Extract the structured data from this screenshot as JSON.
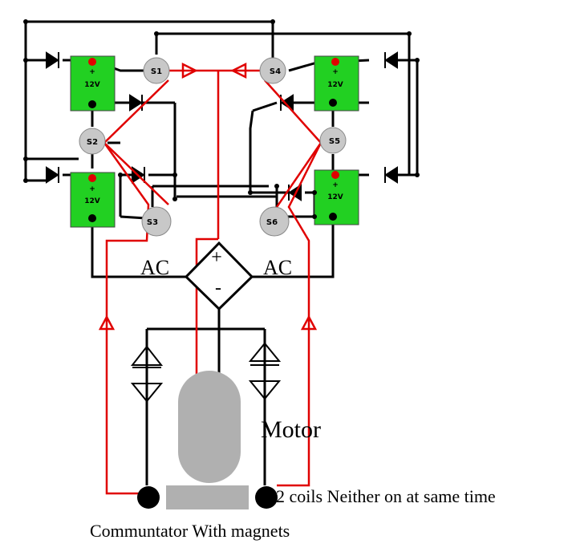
{
  "switches": [
    {
      "id": "s1",
      "label": "S1"
    },
    {
      "id": "s2",
      "label": "S2"
    },
    {
      "id": "s3",
      "label": "S3"
    },
    {
      "id": "s4",
      "label": "S4"
    },
    {
      "id": "s5",
      "label": "S5"
    },
    {
      "id": "s6",
      "label": "S6"
    }
  ],
  "batteries": [
    {
      "id": "bat-top-left",
      "plus": "+",
      "label": "12V"
    },
    {
      "id": "bat-bottom-left",
      "plus": "+",
      "label": "12V"
    },
    {
      "id": "bat-top-right",
      "plus": "+",
      "label": "12V"
    },
    {
      "id": "bat-bottom-right",
      "plus": "+",
      "label": "12V"
    }
  ],
  "bridge": {
    "ac_left": "AC",
    "ac_right": "AC",
    "plus": "+",
    "minus": "-"
  },
  "labels": {
    "motor": "Motor",
    "coils_note": "2 coils Neither on at same time",
    "commutator": "Communtator With magnets"
  },
  "colors": {
    "wire": "#000000",
    "current_path": "#e00000",
    "battery": "#22d022",
    "battery_terminal": "#e00000",
    "switch": "#c8c8c8",
    "motor": "#b0b0b0"
  }
}
